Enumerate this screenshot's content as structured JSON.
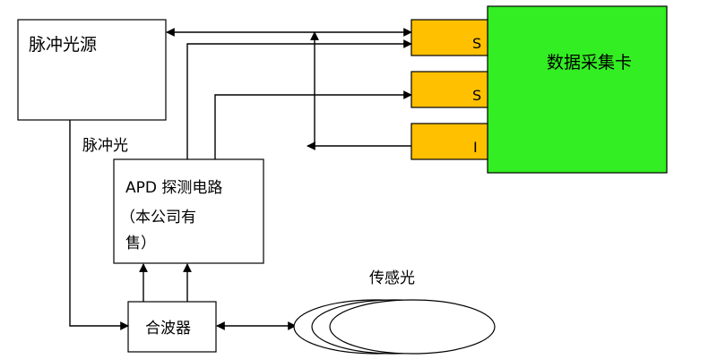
{
  "blocks": {
    "pulse_source": "脉冲光源",
    "apd_line1": "APD 探测电路",
    "apd_line2": "（本公司有",
    "apd_line3": "售）",
    "combiner": "合波器",
    "daq_card": "数据采集卡"
  },
  "ports": {
    "port1": "S",
    "port2": "S",
    "port3": "I"
  },
  "labels": {
    "pulse_light": "脉冲光",
    "sensing_light": "传感光"
  },
  "colors": {
    "daq_fill": "#33ee22",
    "port_fill": "#ffc000",
    "stroke": "#000000"
  }
}
